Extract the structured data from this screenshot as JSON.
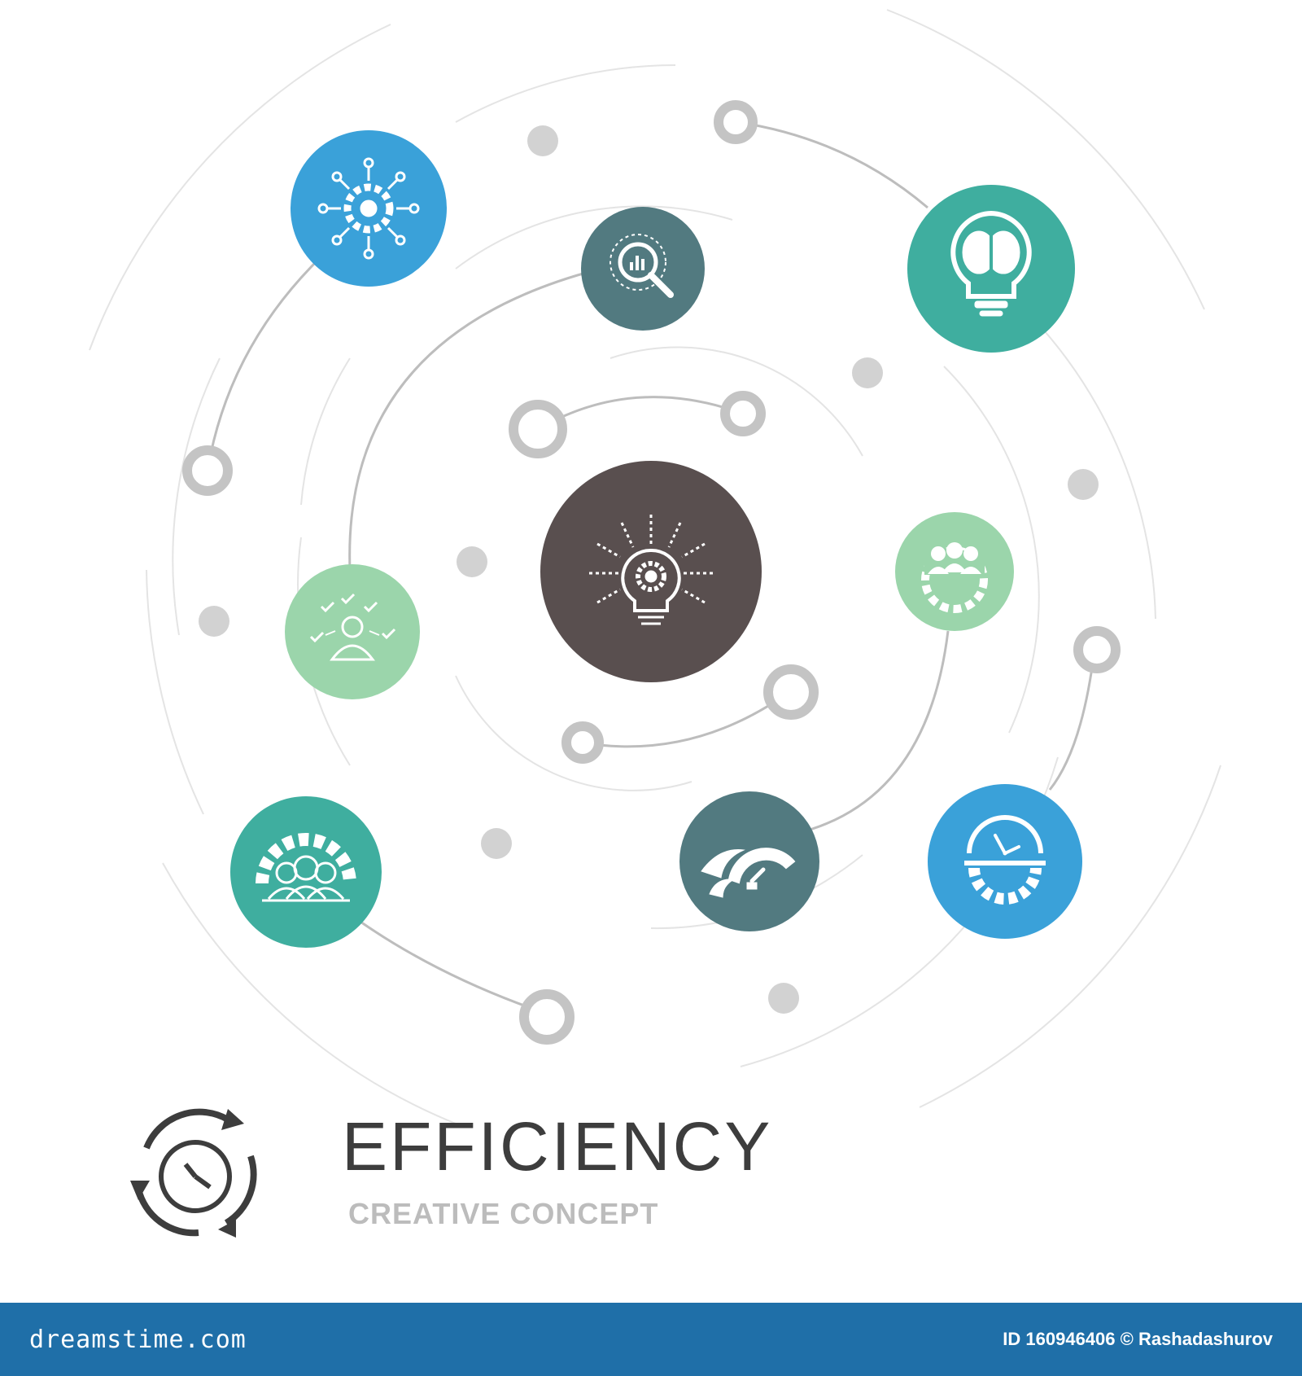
{
  "title": "EFFICIENCY",
  "subtitle": "CREATIVE CONCEPT",
  "footer": {
    "brand": "dreamstime.com",
    "credit": "ID 160946406 © Rashadashurov"
  },
  "colors": {
    "background": "#ffffff",
    "center": "#594f4f",
    "blue": "#3aa1d9",
    "teal": "#3fae9f",
    "slate": "#527a80",
    "mint": "#9bd5ab",
    "connector": "#bdbdbd",
    "footer": "#1f6fa8"
  },
  "nodes": [
    {
      "id": "center",
      "icon": "lightbulb-gear-icon",
      "color": "center"
    },
    {
      "id": "network",
      "icon": "gear-network-icon",
      "color": "blue"
    },
    {
      "id": "analysis",
      "icon": "magnifier-chart-icon",
      "color": "slate"
    },
    {
      "id": "brain",
      "icon": "brain-bulb-icon",
      "color": "teal"
    },
    {
      "id": "team-gear",
      "icon": "team-gear-icon",
      "color": "mint"
    },
    {
      "id": "checklist",
      "icon": "person-checklist-icon",
      "color": "mint"
    },
    {
      "id": "team",
      "icon": "team-cog-icon",
      "color": "teal"
    },
    {
      "id": "speed",
      "icon": "speedometer-icon",
      "color": "slate"
    },
    {
      "id": "time",
      "icon": "clock-gear-icon",
      "color": "blue"
    }
  ],
  "title_icon": "clock-cycle-icon"
}
